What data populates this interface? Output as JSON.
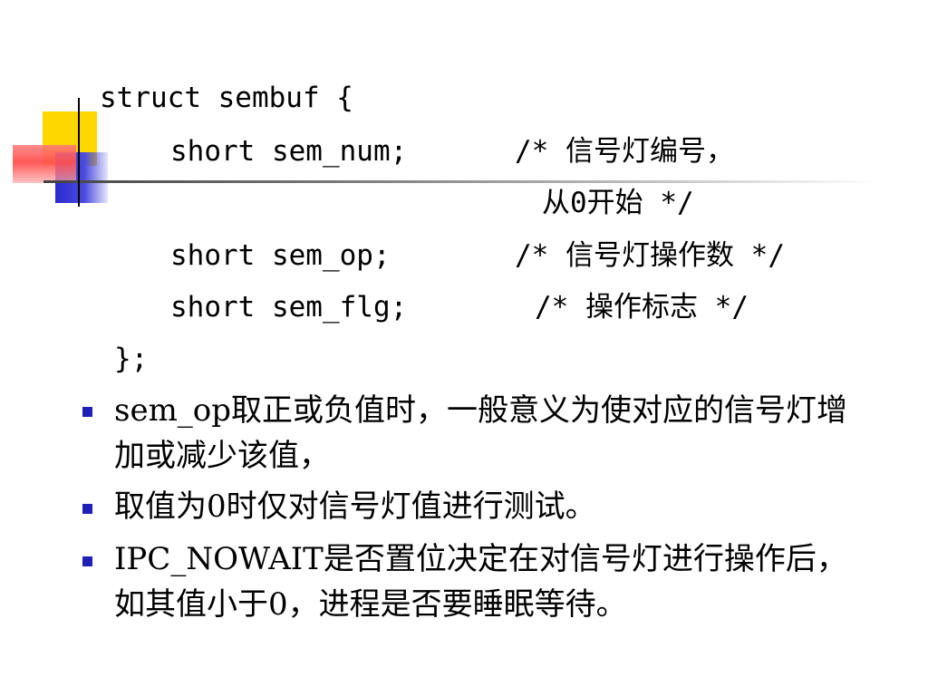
{
  "code": {
    "line1": "struct sembuf {",
    "line2_code": "short sem_num;",
    "line2_comment": "/* 信号灯编号，",
    "line3_comment": "从0开始 */",
    "line4_code": "short sem_op;",
    "line4_comment": "/* 信号灯操作数 */",
    "line5_code": "short sem_flg;",
    "line5_comment": "/* 操作标志 */",
    "line6": "};"
  },
  "bullets": [
    {
      "text": "sem_op取正或负值时，一般意义为使对应的信号灯增加或减少该值，"
    },
    {
      "text": "取值为0时仅对信号灯值进行测试。"
    },
    {
      "text": "IPC_NOWAIT是否置位决定在对信号灯进行操作后，如其值小于0，进程是否要睡眠等待。"
    }
  ],
  "colors": {
    "bullet": "#2020b8",
    "deco_yellow": "#ffd700",
    "deco_blue": "#2b2bd0",
    "deco_red": "#ff5050"
  }
}
